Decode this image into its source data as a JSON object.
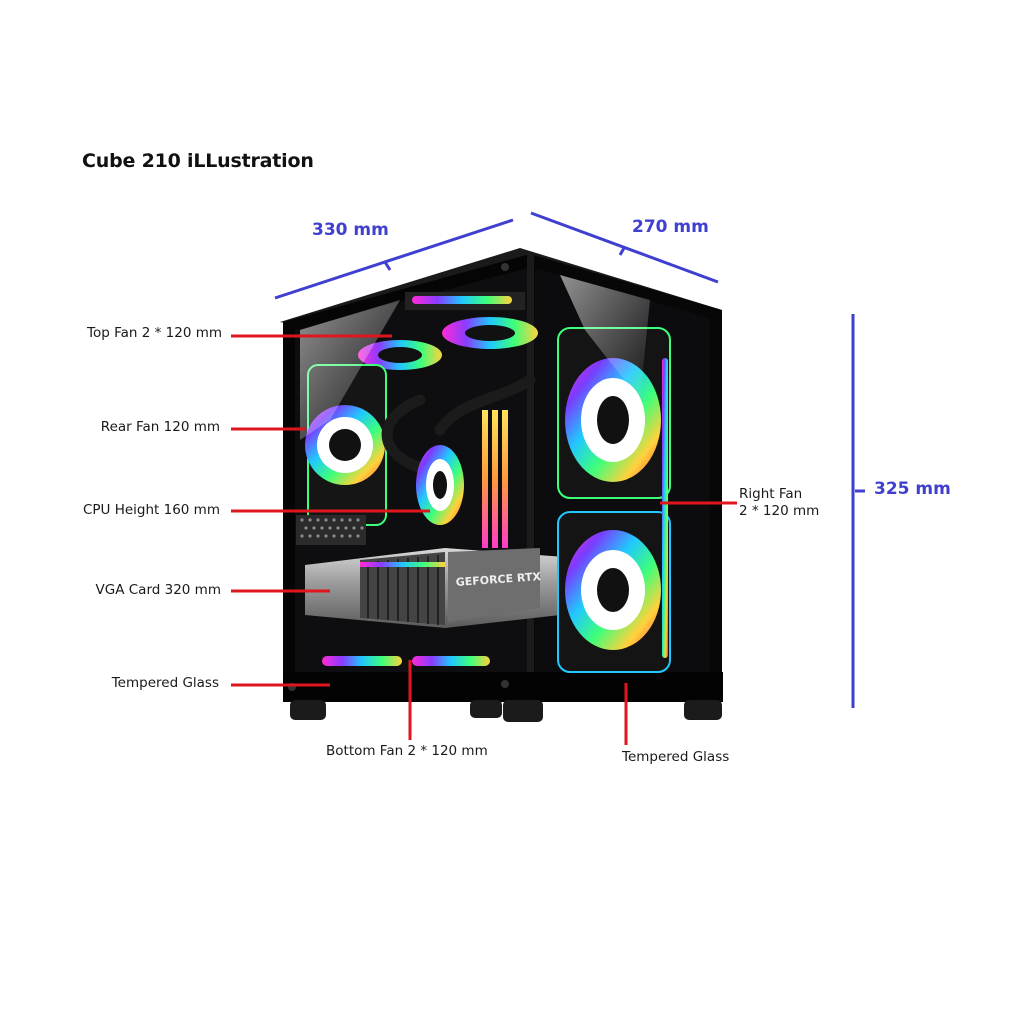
{
  "title": "Cube 210 iLLustration",
  "dimensions": {
    "width": "330 mm",
    "depth": "270 mm",
    "height": "325 mm"
  },
  "callouts": {
    "top_fan": "Top Fan 2 * 120 mm",
    "rear_fan": "Rear Fan 120 mm",
    "cpu_height": "CPU Height 160 mm",
    "vga_card": "VGA Card 320 mm",
    "tempered_glass_front": "Tempered Glass",
    "bottom_fan": "Bottom Fan 2 * 120 mm",
    "tempered_glass_side": "Tempered Glass",
    "right_fan_line1": "Right Fan",
    "right_fan_line2": "2 * 120 mm"
  },
  "gpu_label": "GEFORCE RTX",
  "colors": {
    "callout_line": "#e0161e",
    "dimension": "#3f3fd0",
    "case_frame": "#0b0b0b"
  }
}
